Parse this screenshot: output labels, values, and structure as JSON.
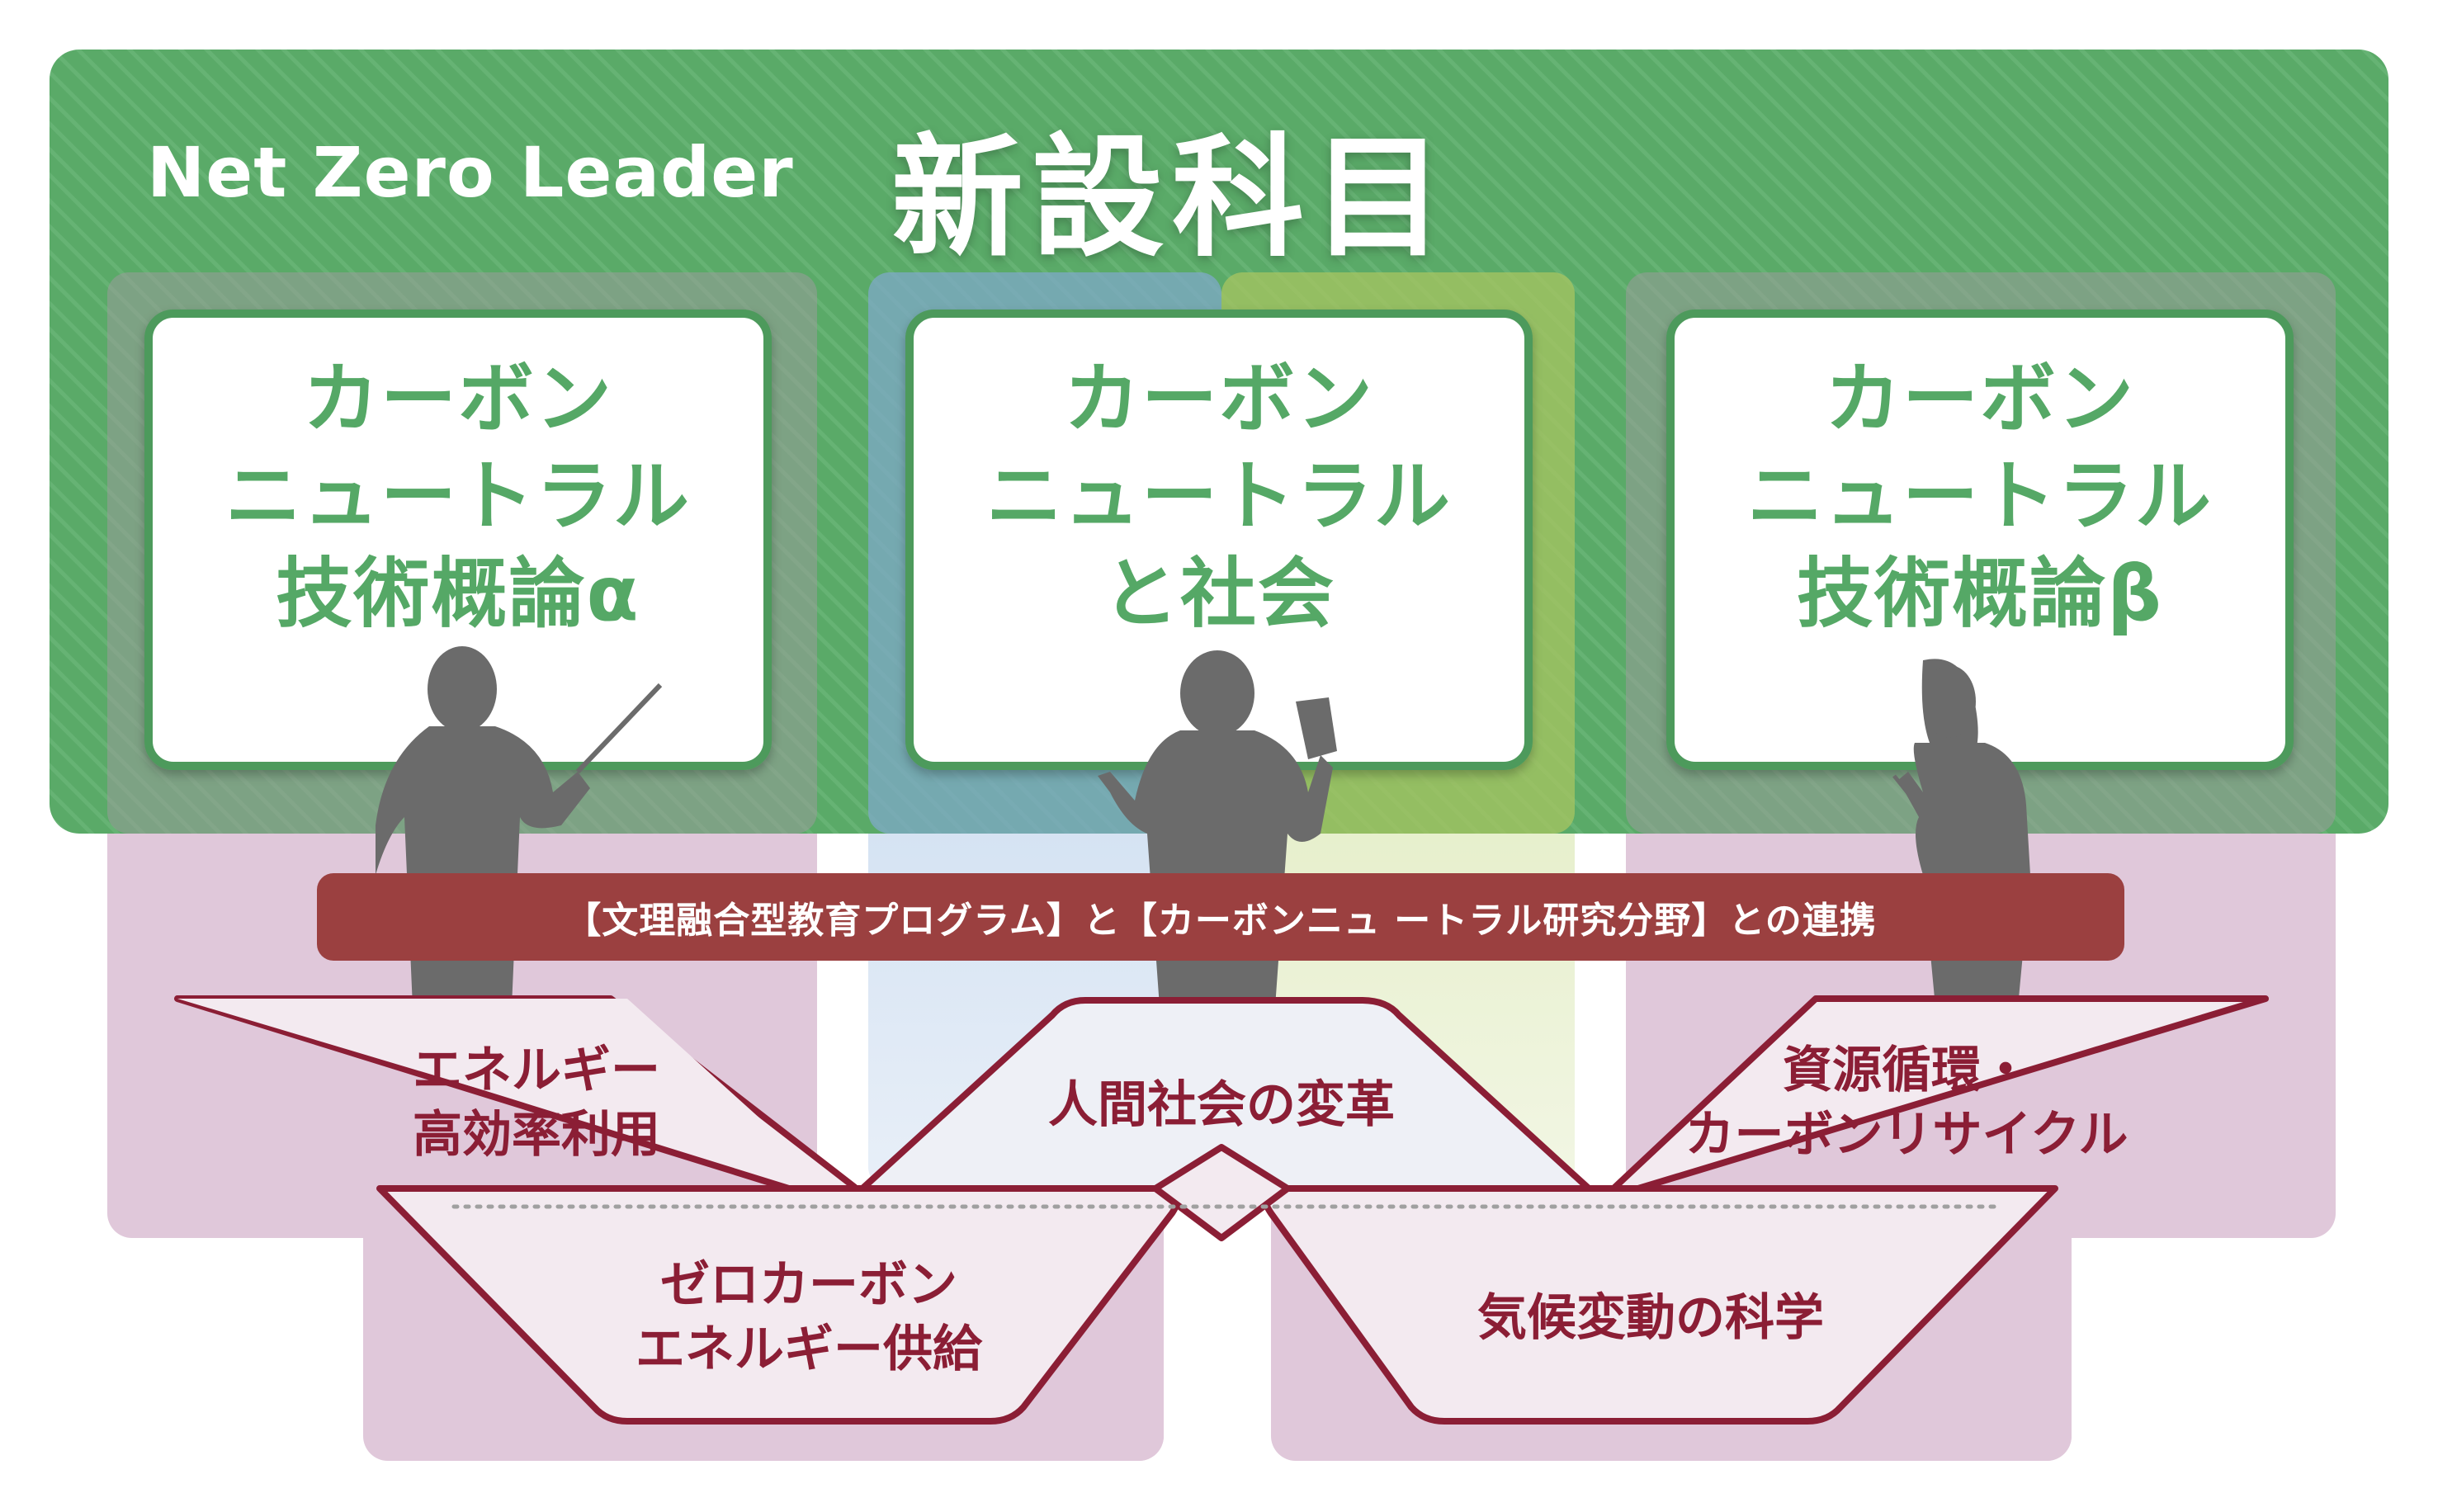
{
  "header": {
    "brand": "Net Zero Leader",
    "title": "新設科目"
  },
  "courses": [
    {
      "line1": "カーボン",
      "line2": "ニュートラル",
      "line3": "技術概論α"
    },
    {
      "line1": "カーボン",
      "line2": "ニュートラル",
      "line3": "と社会"
    },
    {
      "line1": "カーボン",
      "line2": "ニュートラル",
      "line3": "技術概論β"
    }
  ],
  "band": {
    "text": "【文理融合型教育プログラム】と【カーボンニュ ートラル研究分野】との連携"
  },
  "areas": {
    "energy_efficiency": {
      "line1": "エネルギー",
      "line2": "高効率利用"
    },
    "society_transformation": {
      "line1": "人間社会の変革"
    },
    "resource_cycle": {
      "line1": "資源循環・",
      "line2": "カーボンリサイクル"
    },
    "zero_carbon": {
      "line1": "ゼロカーボン",
      "line2": "エネルギー供給"
    },
    "climate_science": {
      "line1": "気候変動の科学"
    }
  },
  "colors": {
    "green": "#5aaa68",
    "green_dark": "#4e9a5c",
    "crimson": "#8b1e35",
    "band": "#9b4040",
    "lavender": "#e0c8da",
    "silhouette": "#6b6b6b"
  },
  "icons": [
    "lecturer-pointer-silhouette-icon",
    "presenter-papers-silhouette-icon",
    "woman-presenter-silhouette-icon"
  ]
}
